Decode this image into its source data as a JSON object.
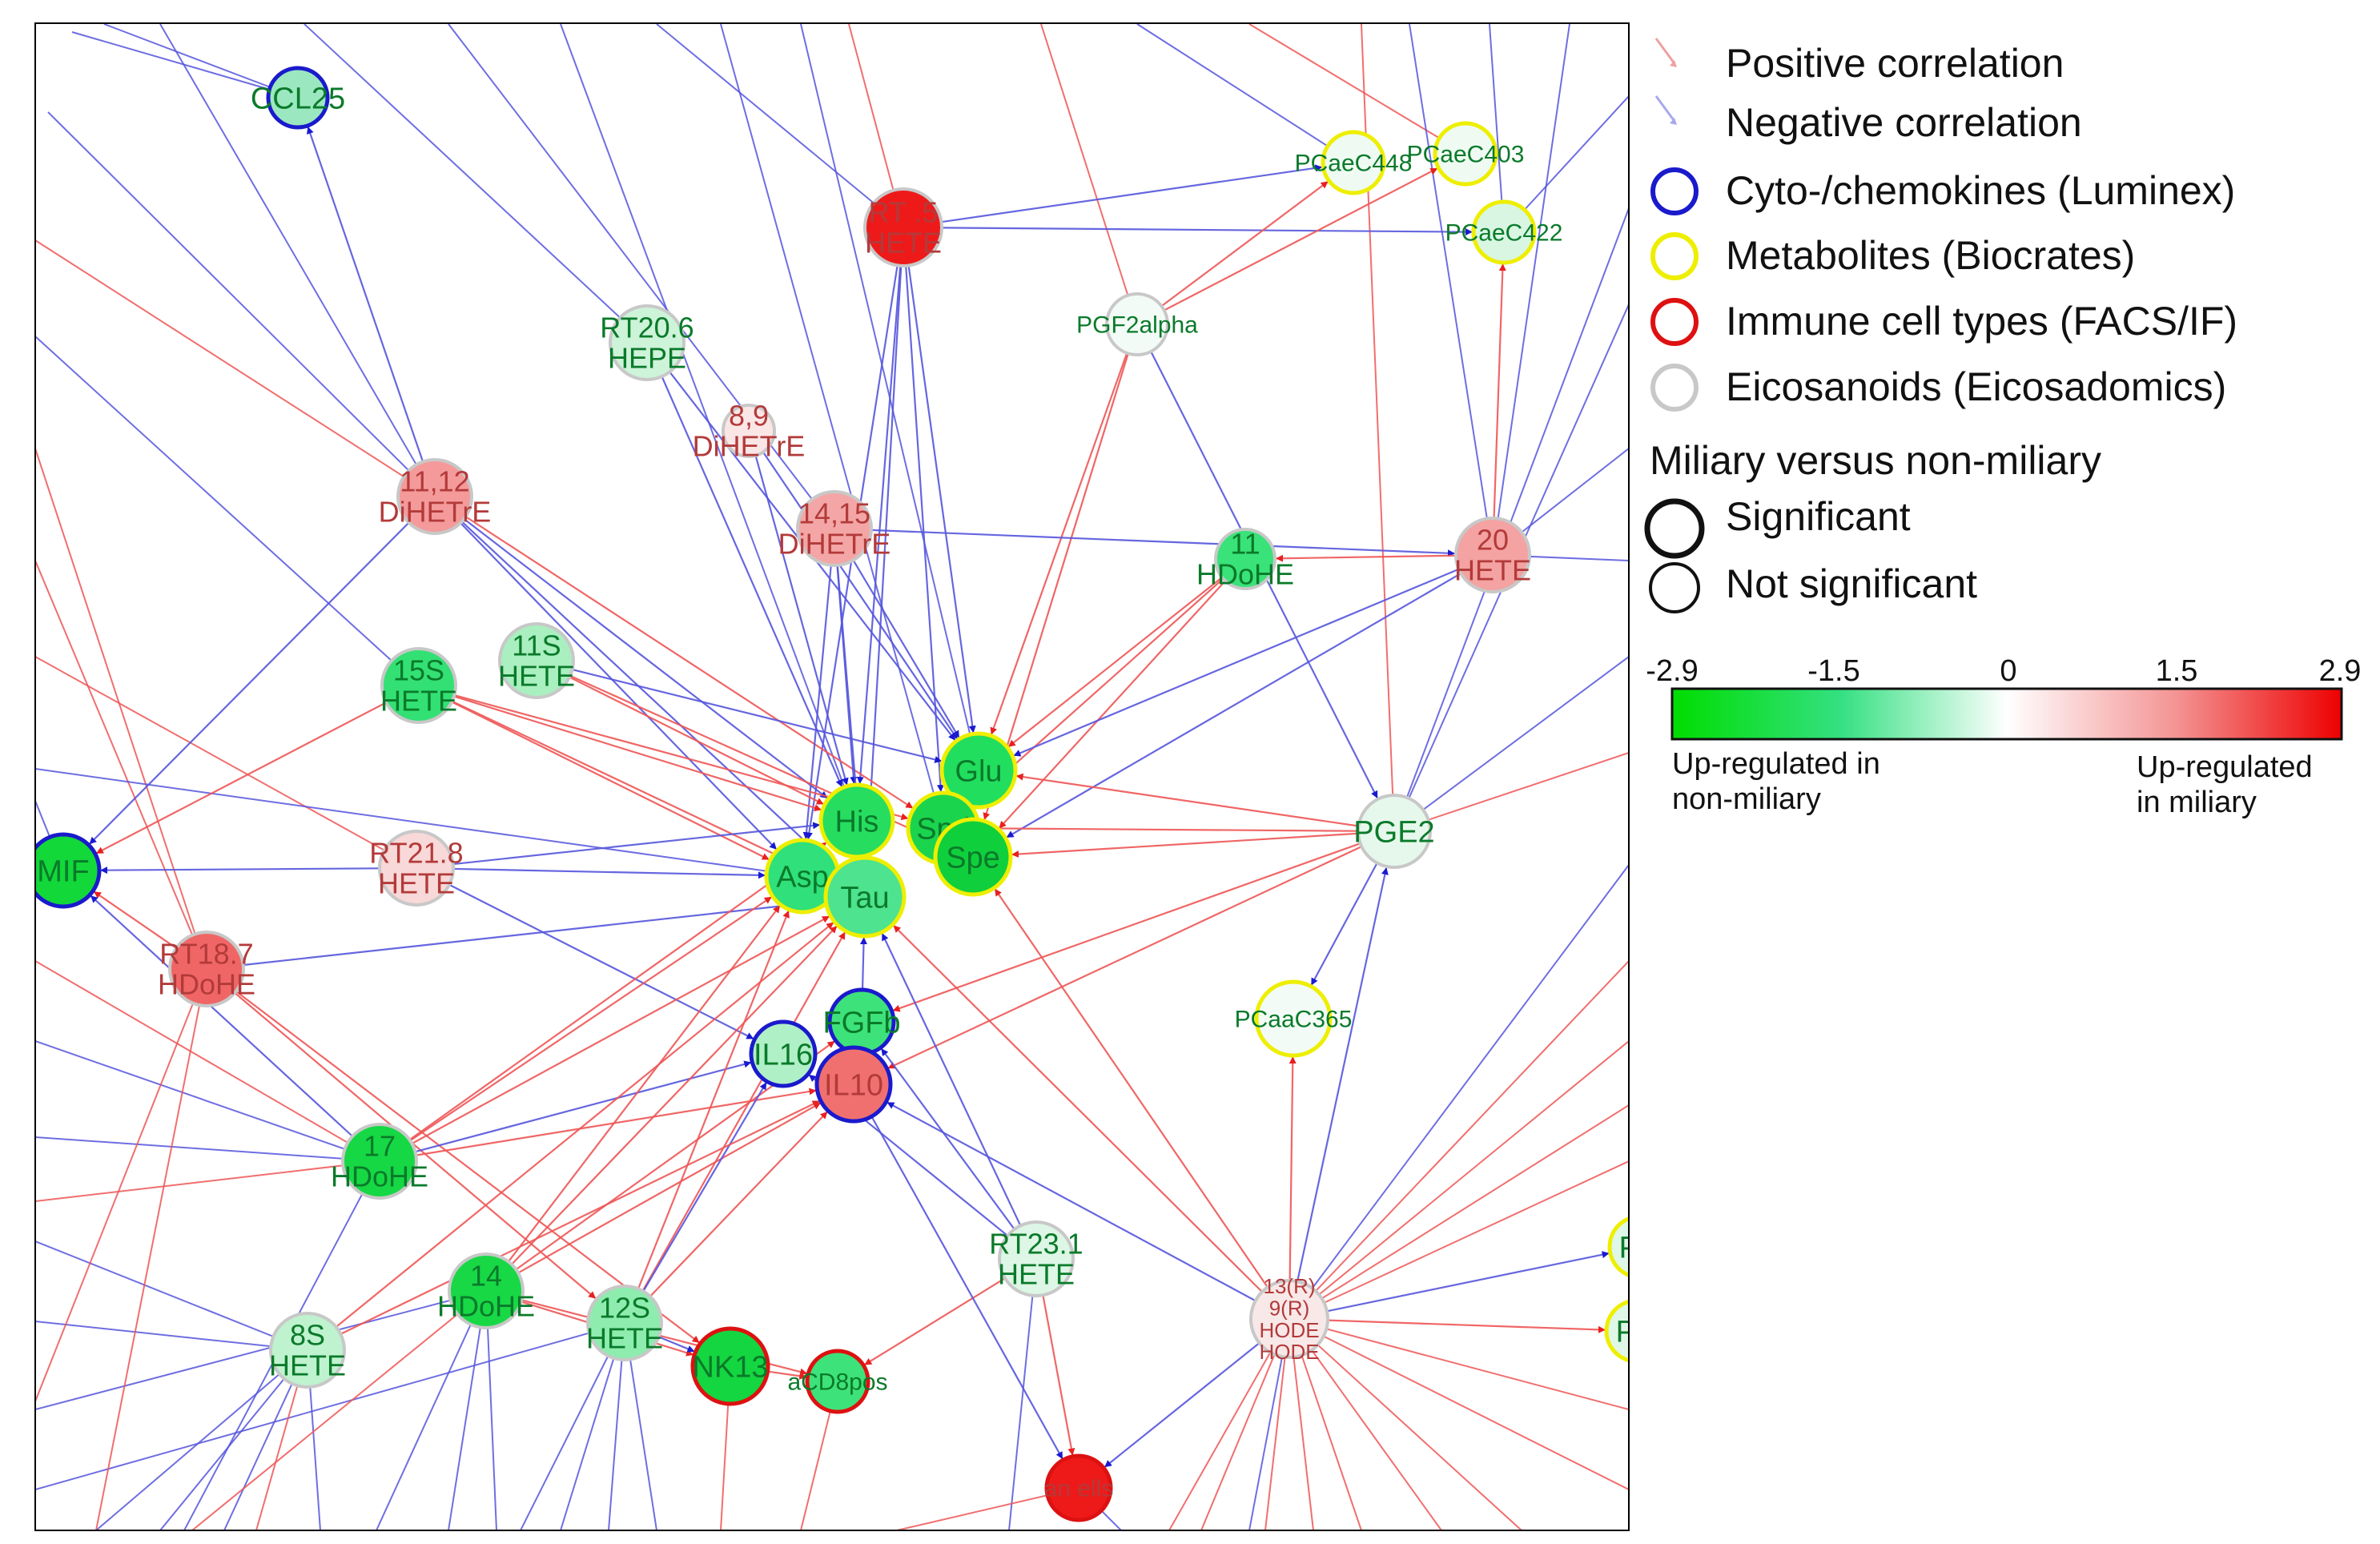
{
  "legend": {
    "edge_positive": "Positive correlation",
    "edge_negative": "Negative correlation",
    "type_cyto": "Cyto-/chemokines (Luminex)",
    "type_metab": "Metabolites (Biocrates)",
    "type_immune": "Immune cell types (FACS/IF)",
    "type_eico": "Eicosanoids (Eicosadomics)",
    "sig_title": "Miliary versus non-miliary",
    "significant": "Significant",
    "not_significant": "Not significant",
    "scale_ticks": [
      "-2.9",
      "-1.5",
      "0",
      "1.5",
      "2.9"
    ],
    "scale_left_caption_1": "Up-regulated in",
    "scale_left_caption_2": "non-miliary",
    "scale_right_caption_1": "Up-regulated",
    "scale_right_caption_2": "in miliary"
  },
  "colors": {
    "positive_edge": "#ee5555",
    "negative_edge": "#5555dd",
    "border_cyto": "#1a1acc",
    "border_metab": "#eeee00",
    "border_immune": "#dd1111",
    "border_eico": "#c8c8c8",
    "scale_min": "#00dd00",
    "scale_mid": "#ffffff",
    "scale_max": "#ee0000"
  },
  "nodes": [
    {
      "id": "CCL25",
      "label": [
        "CCL25"
      ],
      "type": "cyto",
      "fill": "#9be8c0"
    },
    {
      "id": "RT_HETE_top",
      "label": [
        "RT  .5",
        "HETE"
      ],
      "type": "eico",
      "fill": "#ee1a1a"
    },
    {
      "id": "PCaeC448",
      "label": [
        "PCaeC448"
      ],
      "type": "metab",
      "fill": "#eefaf2"
    },
    {
      "id": "PCaeC403",
      "label": [
        "PCaeC403"
      ],
      "type": "metab",
      "fill": "#eefaf2"
    },
    {
      "id": "PCaeC422",
      "label": [
        "PCaeC422"
      ],
      "type": "metab",
      "fill": "#d8f6e2"
    },
    {
      "id": "PGF2alpha",
      "label": [
        "PGF2alpha"
      ],
      "type": "eico",
      "fill": "#f2fbf5"
    },
    {
      "id": "RT20.6HEPE",
      "label": [
        "RT20.6",
        "HEPE"
      ],
      "type": "eico",
      "fill": "#cdf3d9"
    },
    {
      "id": "8,9DiHETrE",
      "label": [
        "8,9",
        "DiHETrE"
      ],
      "type": "eico",
      "fill": "#fbe6e6"
    },
    {
      "id": "11,12DiHETrE",
      "label": [
        "11,12",
        "DiHETrE"
      ],
      "type": "eico",
      "fill": "#f49a9a"
    },
    {
      "id": "14,15DiHETrE",
      "label": [
        "14,15",
        "DiHETrE"
      ],
      "type": "eico",
      "fill": "#f4a6a6"
    },
    {
      "id": "11HDoHE",
      "label": [
        "11",
        "HDoHE"
      ],
      "type": "eico",
      "fill": "#3ae27a"
    },
    {
      "id": "20HETE",
      "label": [
        "20",
        "HETE"
      ],
      "type": "eico",
      "fill": "#f4a2a2"
    },
    {
      "id": "15SHETE",
      "label": [
        "15S",
        "HETE"
      ],
      "type": "eico",
      "fill": "#33e074"
    },
    {
      "id": "11SHETE",
      "label": [
        "11S",
        "HETE"
      ],
      "type": "eico",
      "fill": "#a9efbf"
    },
    {
      "id": "Glu",
      "label": [
        "Glu"
      ],
      "type": "metab",
      "fill": "#22de5e"
    },
    {
      "id": "His",
      "label": [
        "His"
      ],
      "type": "metab",
      "fill": "#26dd60"
    },
    {
      "id": "Spd",
      "label": [
        "Spd"
      ],
      "type": "metab",
      "fill": "#1ad44e"
    },
    {
      "id": "Spe",
      "label": [
        "Spe"
      ],
      "type": "metab",
      "fill": "#10cf3c"
    },
    {
      "id": "Asp",
      "label": [
        "Asp"
      ],
      "type": "metab",
      "fill": "#30e07a"
    },
    {
      "id": "Tau",
      "label": [
        "Tau"
      ],
      "type": "metab",
      "fill": "#4ee38e"
    },
    {
      "id": "PGE2",
      "label": [
        "PGE2"
      ],
      "type": "eico",
      "fill": "#e6f8ec"
    },
    {
      "id": "MIF",
      "label": [
        "MIF"
      ],
      "type": "cyto",
      "fill": "#12d83a"
    },
    {
      "id": "RT21.8HETE",
      "label": [
        "RT21.8",
        "HETE"
      ],
      "type": "eico",
      "fill": "#f8d8d8"
    },
    {
      "id": "RT18.7HDoHE",
      "label": [
        "RT18.7",
        "HDoHE"
      ],
      "type": "eico",
      "fill": "#f06666"
    },
    {
      "id": "PCaaC365",
      "label": [
        "PCaaC365"
      ],
      "type": "metab",
      "fill": "#f2fbf5"
    },
    {
      "id": "FGFb",
      "label": [
        "FGFb"
      ],
      "type": "cyto",
      "fill": "#3ee27a"
    },
    {
      "id": "IL16",
      "label": [
        "IL16"
      ],
      "type": "cyto",
      "fill": "#b0f0c6"
    },
    {
      "id": "IL10",
      "label": [
        "IL10"
      ],
      "type": "cyto",
      "fill": "#f07070"
    },
    {
      "id": "17HDoHE",
      "label": [
        "17",
        "HDoHE"
      ],
      "type": "eico",
      "fill": "#16d844"
    },
    {
      "id": "RT23.1HETE",
      "label": [
        "RT23.1",
        "HETE"
      ],
      "type": "eico",
      "fill": "#ddf6e5"
    },
    {
      "id": "14HDoHE",
      "label": [
        "14",
        "HDoHE"
      ],
      "type": "eico",
      "fill": "#18d846"
    },
    {
      "id": "12SHETE",
      "label": [
        "12S",
        "HETE"
      ],
      "type": "eico",
      "fill": "#8decae"
    },
    {
      "id": "8SHETE",
      "label": [
        "8S",
        "HETE"
      ],
      "type": "eico",
      "fill": "#bff2cf"
    },
    {
      "id": "NK13",
      "label": [
        "NK13"
      ],
      "type": "immune",
      "fill": "#14d640"
    },
    {
      "id": "aCD8pos",
      "label": [
        "aCD8pos"
      ],
      "type": "immune",
      "fill": "#3ee27a"
    },
    {
      "id": "HODE",
      "label": [
        "13(R)",
        "9(R)",
        "HODE",
        "HODE"
      ],
      "type": "eico",
      "fill": "#f8e8e8"
    },
    {
      "id": "activated_cells",
      "label": [
        "an     ells"
      ],
      "type": "immune",
      "fill": "#ee1a1a"
    },
    {
      "id": "PC_edge_1",
      "label": [
        "PC"
      ],
      "type": "metab",
      "fill": "#dff7e7"
    },
    {
      "id": "PC_edge_2",
      "label": [
        "PC"
      ],
      "type": "metab",
      "fill": "#dff7e7"
    }
  ],
  "edges": [
    {
      "s": "RT_HETE_top",
      "t": "PCaeC448",
      "sign": "neg"
    },
    {
      "s": "RT_HETE_top",
      "t": "PCaeC422",
      "sign": "neg"
    },
    {
      "s": "RT_HETE_top",
      "t": "Glu",
      "sign": "neg"
    },
    {
      "s": "RT_HETE_top",
      "t": "His",
      "sign": "neg"
    },
    {
      "s": "RT_HETE_top",
      "t": "Spd",
      "sign": "neg"
    },
    {
      "s": "RT_HETE_top",
      "t": "Asp",
      "sign": "neg"
    },
    {
      "s": "RT_HETE_top",
      "t": "Tau",
      "sign": "neg"
    },
    {
      "s": "PGF2alpha",
      "t": "PCaeC403",
      "sign": "pos"
    },
    {
      "s": "PGF2alpha",
      "t": "PCaeC448",
      "sign": "pos"
    },
    {
      "s": "PGF2alpha",
      "t": "Glu",
      "sign": "pos"
    },
    {
      "s": "PGF2alpha",
      "t": "Spe",
      "sign": "pos"
    },
    {
      "s": "PGF2alpha",
      "t": "PGE2",
      "sign": "neg"
    },
    {
      "s": "RT20.6HEPE",
      "t": "His",
      "sign": "neg"
    },
    {
      "s": "RT20.6HEPE",
      "t": "Glu",
      "sign": "neg"
    },
    {
      "s": "8,9DiHETrE",
      "t": "Glu",
      "sign": "neg"
    },
    {
      "s": "8,9DiHETrE",
      "t": "His",
      "sign": "neg"
    },
    {
      "s": "11,12DiHETrE",
      "t": "CCL25",
      "sign": "neg"
    },
    {
      "s": "11,12DiHETrE",
      "t": "His",
      "sign": "neg"
    },
    {
      "s": "11,12DiHETrE",
      "t": "Asp",
      "sign": "neg"
    },
    {
      "s": "11,12DiHETrE",
      "t": "Tau",
      "sign": "neg"
    },
    {
      "s": "11,12DiHETrE",
      "t": "Spd",
      "sign": "pos"
    },
    {
      "s": "11,12DiHETrE",
      "t": "MIF",
      "sign": "neg"
    },
    {
      "s": "14,15DiHETrE",
      "t": "His",
      "sign": "neg"
    },
    {
      "s": "14,15DiHETrE",
      "t": "Asp",
      "sign": "neg"
    },
    {
      "s": "14,15DiHETrE",
      "t": "Glu",
      "sign": "neg"
    },
    {
      "s": "14,15DiHETrE",
      "t": "Tau",
      "sign": "neg"
    },
    {
      "s": "14,15DiHETrE",
      "t": "20HETE",
      "sign": "neg"
    },
    {
      "s": "11HDoHE",
      "t": "Glu",
      "sign": "pos"
    },
    {
      "s": "11HDoHE",
      "t": "Spe",
      "sign": "pos"
    },
    {
      "s": "11HDoHE",
      "t": "Spd",
      "sign": "pos"
    },
    {
      "s": "20HETE",
      "t": "PCaeC422",
      "sign": "pos"
    },
    {
      "s": "20HETE",
      "t": "Glu",
      "sign": "neg"
    },
    {
      "s": "20HETE",
      "t": "Spe",
      "sign": "neg"
    },
    {
      "s": "20HETE",
      "t": "11HDoHE",
      "sign": "pos"
    },
    {
      "s": "15SHETE",
      "t": "His",
      "sign": "pos"
    },
    {
      "s": "15SHETE",
      "t": "Asp",
      "sign": "pos"
    },
    {
      "s": "15SHETE",
      "t": "Spd",
      "sign": "pos"
    },
    {
      "s": "15SHETE",
      "t": "Tau",
      "sign": "pos"
    },
    {
      "s": "15SHETE",
      "t": "MIF",
      "sign": "pos"
    },
    {
      "s": "11SHETE",
      "t": "His",
      "sign": "pos"
    },
    {
      "s": "11SHETE",
      "t": "Spe",
      "sign": "pos"
    },
    {
      "s": "11SHETE",
      "t": "Glu",
      "sign": "neg"
    },
    {
      "s": "PGE2",
      "t": "Spe",
      "sign": "pos"
    },
    {
      "s": "PGE2",
      "t": "Spd",
      "sign": "pos"
    },
    {
      "s": "PGE2",
      "t": "Glu",
      "sign": "pos"
    },
    {
      "s": "PGE2",
      "t": "PCaaC365",
      "sign": "neg"
    },
    {
      "s": "PGE2",
      "t": "FGFb",
      "sign": "pos"
    },
    {
      "s": "PGE2",
      "t": "IL10",
      "sign": "pos"
    },
    {
      "s": "RT21.8HETE",
      "t": "MIF",
      "sign": "neg"
    },
    {
      "s": "RT21.8HETE",
      "t": "Asp",
      "sign": "neg"
    },
    {
      "s": "RT21.8HETE",
      "t": "His",
      "sign": "neg"
    },
    {
      "s": "RT21.8HETE",
      "t": "IL16",
      "sign": "neg"
    },
    {
      "s": "RT18.7HDoHE",
      "t": "MIF",
      "sign": "pos"
    },
    {
      "s": "RT18.7HDoHE",
      "t": "Tau",
      "sign": "neg"
    },
    {
      "s": "RT18.7HDoHE",
      "t": "12SHETE",
      "sign": "pos"
    },
    {
      "s": "RT18.7HDoHE",
      "t": "NK13",
      "sign": "pos"
    },
    {
      "s": "17HDoHE",
      "t": "Asp",
      "sign": "pos"
    },
    {
      "s": "17HDoHE",
      "t": "Tau",
      "sign": "pos"
    },
    {
      "s": "17HDoHE",
      "t": "His",
      "sign": "pos"
    },
    {
      "s": "17HDoHE",
      "t": "IL16",
      "sign": "neg"
    },
    {
      "s": "17HDoHE",
      "t": "IL10",
      "sign": "pos"
    },
    {
      "s": "17HDoHE",
      "t": "MIF",
      "sign": "neg"
    },
    {
      "s": "14HDoHE",
      "t": "Asp",
      "sign": "pos"
    },
    {
      "s": "14HDoHE",
      "t": "Tau",
      "sign": "pos"
    },
    {
      "s": "14HDoHE",
      "t": "IL10",
      "sign": "pos"
    },
    {
      "s": "14HDoHE",
      "t": "FGFb",
      "sign": "pos"
    },
    {
      "s": "14HDoHE",
      "t": "NK13",
      "sign": "pos"
    },
    {
      "s": "14HDoHE",
      "t": "aCD8pos",
      "sign": "pos"
    },
    {
      "s": "12SHETE",
      "t": "Asp",
      "sign": "pos"
    },
    {
      "s": "12SHETE",
      "t": "Tau",
      "sign": "pos"
    },
    {
      "s": "12SHETE",
      "t": "IL10",
      "sign": "pos"
    },
    {
      "s": "12SHETE",
      "t": "IL16",
      "sign": "neg"
    },
    {
      "s": "12SHETE",
      "t": "NK13",
      "sign": "neg"
    },
    {
      "s": "8SHETE",
      "t": "IL10",
      "sign": "pos"
    },
    {
      "s": "8SHETE",
      "t": "Tau",
      "sign": "pos"
    },
    {
      "s": "RT23.1HETE",
      "t": "FGFb",
      "sign": "neg"
    },
    {
      "s": "RT23.1HETE",
      "t": "IL16",
      "sign": "neg"
    },
    {
      "s": "RT23.1HETE",
      "t": "Tau",
      "sign": "neg"
    },
    {
      "s": "RT23.1HETE",
      "t": "aCD8pos",
      "sign": "pos"
    },
    {
      "s": "RT23.1HETE",
      "t": "activated_cells",
      "sign": "pos"
    },
    {
      "s": "HODE",
      "t": "IL10",
      "sign": "neg"
    },
    {
      "s": "HODE",
      "t": "Spe",
      "sign": "pos"
    },
    {
      "s": "HODE",
      "t": "Tau",
      "sign": "pos"
    },
    {
      "s": "HODE",
      "t": "PCaaC365",
      "sign": "pos"
    },
    {
      "s": "HODE",
      "t": "PC_edge_1",
      "sign": "neg"
    },
    {
      "s": "HODE",
      "t": "PC_edge_2",
      "sign": "pos"
    },
    {
      "s": "HODE",
      "t": "activated_cells",
      "sign": "neg"
    },
    {
      "s": "HODE",
      "t": "PGE2",
      "sign": "neg"
    },
    {
      "s": "NK13",
      "t": "aCD8pos",
      "sign": "pos"
    },
    {
      "s": "IL10",
      "t": "activated_cells",
      "sign": "neg"
    },
    {
      "s": "FGFb",
      "t": "Tau",
      "sign": "neg"
    }
  ]
}
